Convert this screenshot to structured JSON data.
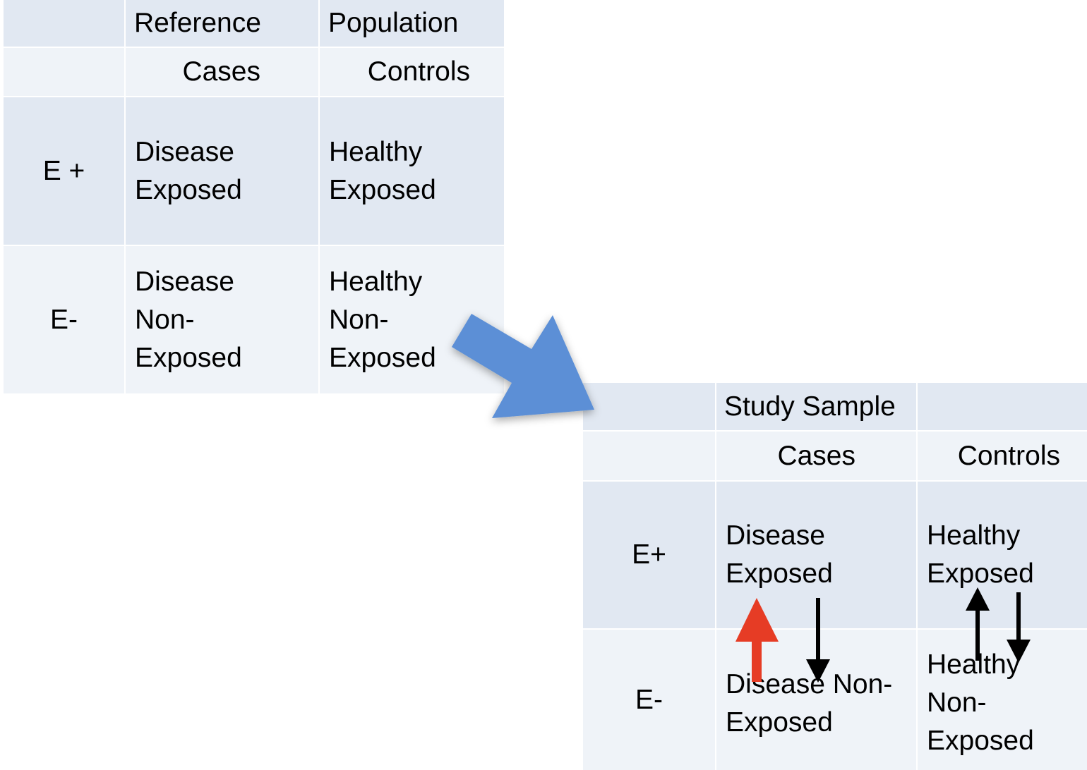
{
  "reference_table": {
    "header": [
      "",
      "Reference",
      "Population"
    ],
    "subheader": [
      "",
      "Cases",
      "Controls"
    ],
    "rows": [
      {
        "label": "E +",
        "cases": "Disease Exposed",
        "controls": "Healthy Exposed"
      },
      {
        "label": "E-",
        "cases": "Disease Non-Exposed",
        "controls": "Healthy Non-Exposed"
      }
    ]
  },
  "study_table": {
    "header": [
      "",
      "Study Sample",
      ""
    ],
    "subheader": [
      "",
      "Cases",
      "Controls"
    ],
    "rows": [
      {
        "label": "E+",
        "cases": "Disease Exposed",
        "controls": "Healthy Exposed"
      },
      {
        "label": "E-",
        "cases": "Disease Non-Exposed",
        "controls": "Healthy Non-Exposed"
      }
    ]
  },
  "colors": {
    "arrow_blue": "#5b8fd6",
    "arrow_red": "#e63c25",
    "header_bg": "#e1e8f2",
    "row_bg": "#eff3f8"
  }
}
